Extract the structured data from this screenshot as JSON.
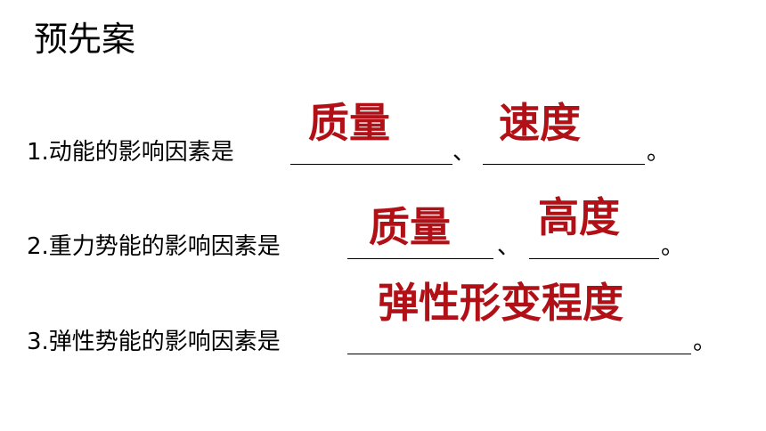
{
  "title": "预先案",
  "colors": {
    "text": "#000000",
    "answer": "#b11116",
    "background": "#ffffff"
  },
  "questions": [
    {
      "prefix": "1.动能的影响因素是",
      "separator": "、",
      "end": "。",
      "answers": [
        "质量",
        "速度"
      ]
    },
    {
      "prefix": "2.重力势能的影响因素是",
      "separator": "、",
      "end": "。",
      "answers": [
        "质量",
        "高度"
      ]
    },
    {
      "prefix": "3.弹性势能的影响因素是",
      "end": "。",
      "answers": [
        "弹性形变程度"
      ]
    }
  ]
}
